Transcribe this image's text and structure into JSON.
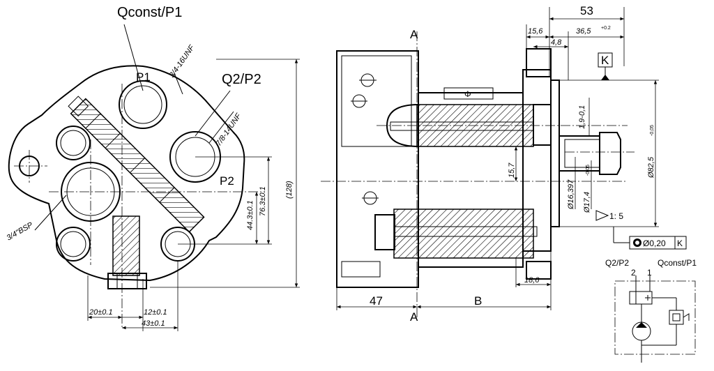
{
  "front_view": {
    "title": "Qconst/P1",
    "port_p1": "P1",
    "port_p2": "P2",
    "q2p2": "Q2/P2",
    "thread_p1": "3/4-16UNF",
    "thread_p2": "7/8-14UNF",
    "thread_bsp": "3/4\"BSP",
    "dim_128": "(128)",
    "dim_76_3": "76.3±0.1",
    "dim_44_3": "44.3±0.1",
    "dim_20": "20±0.1",
    "dim_12": "12±0.1",
    "dim_43": "43±0.1"
  },
  "side_view": {
    "section_top": "A",
    "section_bottom": "A",
    "dim_53": "53",
    "dim_15_6": "15,6",
    "dim_36_5": "36,5",
    "dim_36_5_tol": "+0.2",
    "dim_4_8": "4,8",
    "datum": "K",
    "dim_1_9": "1,9-0,1",
    "dim_15_7": "15,7",
    "dim_16_397": "Ø16,397",
    "dim_17_4": "Ø17,4",
    "dim_17_4_tol": "-0,05",
    "dim_82_5": "Ø82,5",
    "dim_82_5_tol": "-0,05",
    "taper": "1: 5",
    "tolerance_frame": "Ø0,20",
    "tolerance_datum": "K",
    "dim_18_6": "18,6",
    "dim_47": "47",
    "dim_b": "B"
  },
  "schematic": {
    "label_q2p2": "Q2/P2",
    "label_qconst": "Qconst/P1",
    "port_2": "2",
    "port_1": "1"
  }
}
